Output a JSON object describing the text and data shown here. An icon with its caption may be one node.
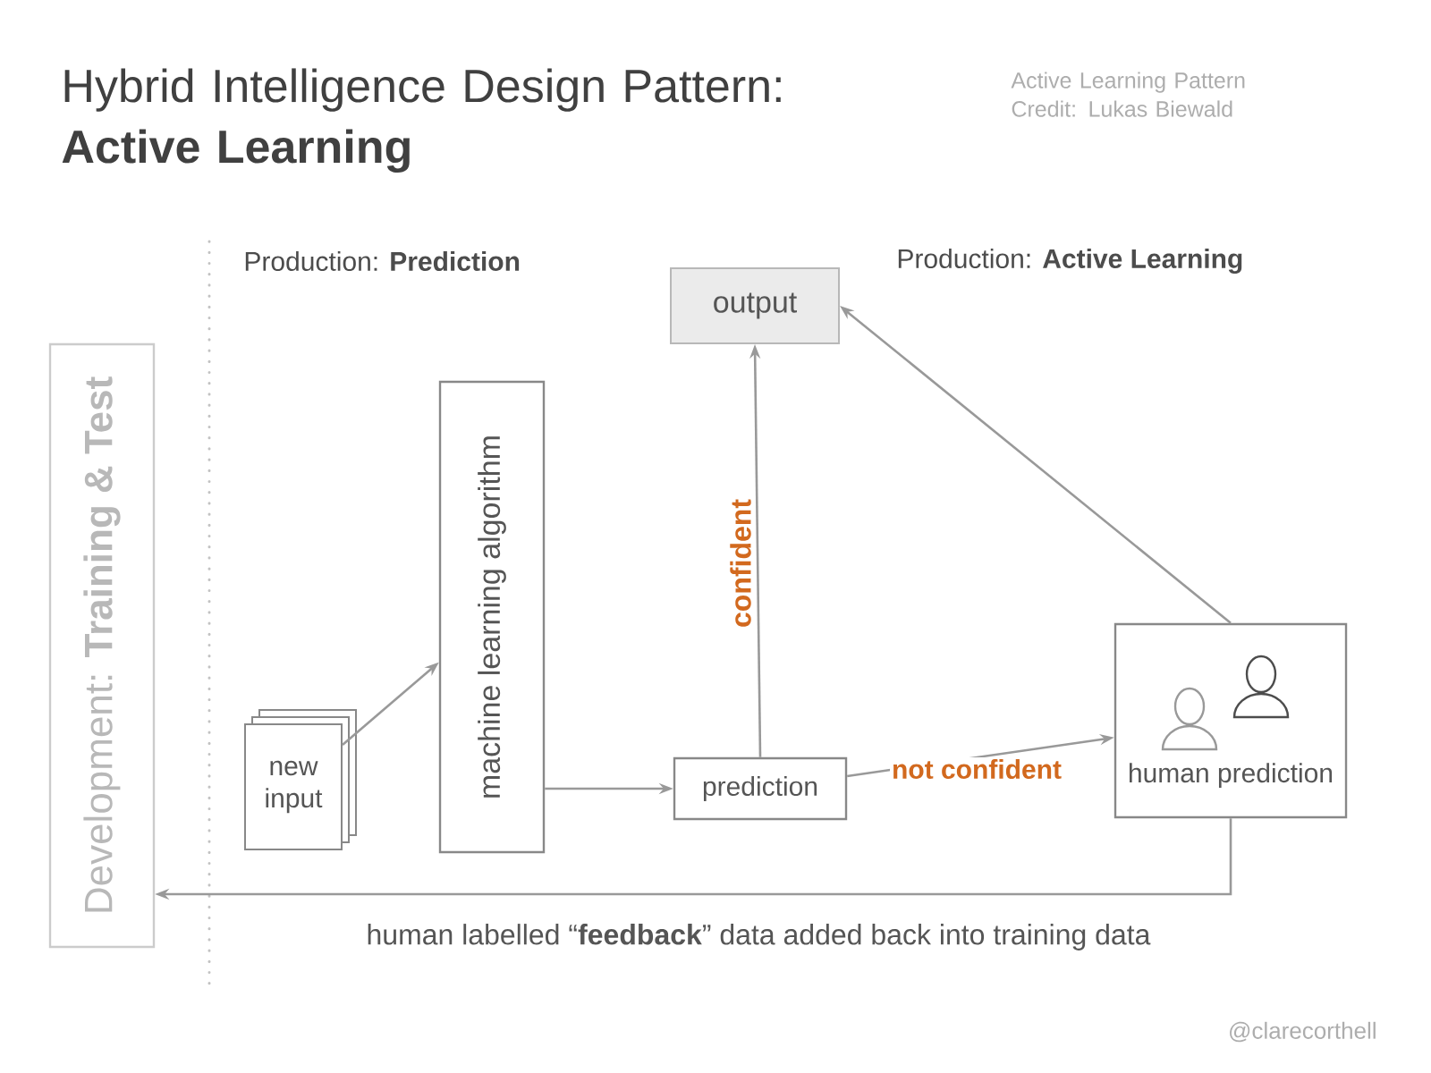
{
  "diagram": {
    "title": "Hybrid Intelligence Design Pattern: **Active Learning**",
    "nodes": [
      {
        "text": [
          "Development: **Training & Test**"
        ]
      },
      {
        "text": [
          "new input"
        ]
      },
      {
        "text": [
          "machine learning algorithm"
        ]
      },
      {
        "text": [
          "prediction"
        ]
      },
      {
        "text": [
          "output"
        ]
      },
      {
        "text": [
          "human prediction"
        ]
      }
    ],
    "edges": [
      {
        "from": 1,
        "to": 2,
        "arrow": "to"
      },
      {
        "from": 2,
        "to": 3,
        "arrow": "to"
      },
      {
        "from": 3,
        "to": 4,
        "arrow": "to",
        "label": "confident"
      },
      {
        "from": 3,
        "to": 5,
        "arrow": "to",
        "label": "not confident"
      },
      {
        "from": 5,
        "to": 4,
        "arrow": "to"
      },
      {
        "from": 5,
        "to": 0,
        "arrow": "to",
        "label": "human labelled “**feedback**” data added back into training data"
      }
    ],
    "labels": [
      "Active Learning Pattern Credit: Lukas Biewald",
      "Production: **Prediction**",
      "Production: **Active Learning**",
      "@clarecorthell"
    ]
  }
}
